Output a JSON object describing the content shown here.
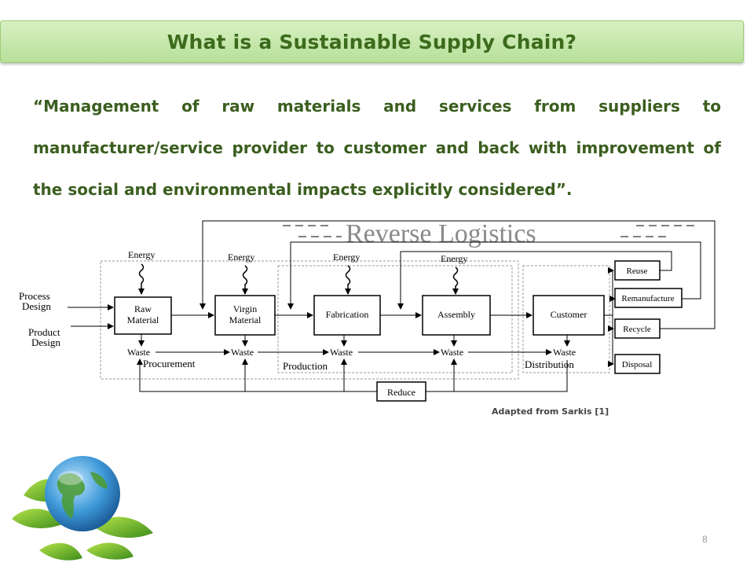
{
  "slide": {
    "title": "What is a Sustainable Supply Chain?",
    "quote": "“Management of raw materials and services from suppliers to manufacturer/service provider to customer and back with improvement of the social and environmental impacts explicitly considered”.",
    "caption": "Adapted from Sarkis [1]",
    "page_number": "8"
  },
  "diagram": {
    "reverse_logistics": "Reverse Logistics",
    "inputs": {
      "process_design_1": "Process",
      "process_design_2": "Design",
      "product_design_1": "Product",
      "product_design_2": "Design"
    },
    "energy": "Energy",
    "waste": "Waste",
    "boxes": {
      "raw_1": "Raw",
      "raw_2": "Material",
      "virgin_1": "Virgin",
      "virgin_2": "Material",
      "fabrication": "Fabrication",
      "assembly": "Assembly",
      "customer": "Customer",
      "reduce": "Reduce"
    },
    "stages": {
      "procurement": "Procurement",
      "production": "Production",
      "distribution": "Distribution"
    },
    "end_of_life": {
      "reuse": "Reuse",
      "remanufacture": "Remanufacture",
      "recycle": "Recycle",
      "disposal": "Disposal"
    }
  },
  "colors": {
    "title_text": "#3c6b1c",
    "quote_text": "#3b5e1f",
    "banner": "#c8e8ad"
  }
}
